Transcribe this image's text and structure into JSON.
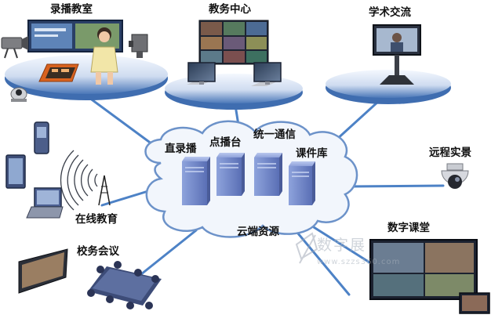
{
  "diagram": {
    "nodes": {
      "recording_classroom": "录播教室",
      "academic_affairs_center": "教务中心",
      "academic_exchange": "学术交流",
      "live_recording": "直录播",
      "on_demand": "点播台",
      "unified_communication": "统一通信",
      "courseware_library": "课件库",
      "remote_live_view": "远程实景",
      "online_education": "在线教育",
      "school_meeting": "校务会议",
      "cloud_resources": "云端资源",
      "digital_classroom": "数字课堂"
    },
    "watermark": {
      "brand": "数字展",
      "url": "www.szzs360.com"
    }
  },
  "colors": {
    "platform_light": "#eef3fb",
    "platform_dark": "#3f6db0",
    "link_line": "#4d82c6",
    "server": "#6f86c9",
    "cloud_fill": "#f2f6fc",
    "cloud_stroke": "#6c92c9"
  }
}
